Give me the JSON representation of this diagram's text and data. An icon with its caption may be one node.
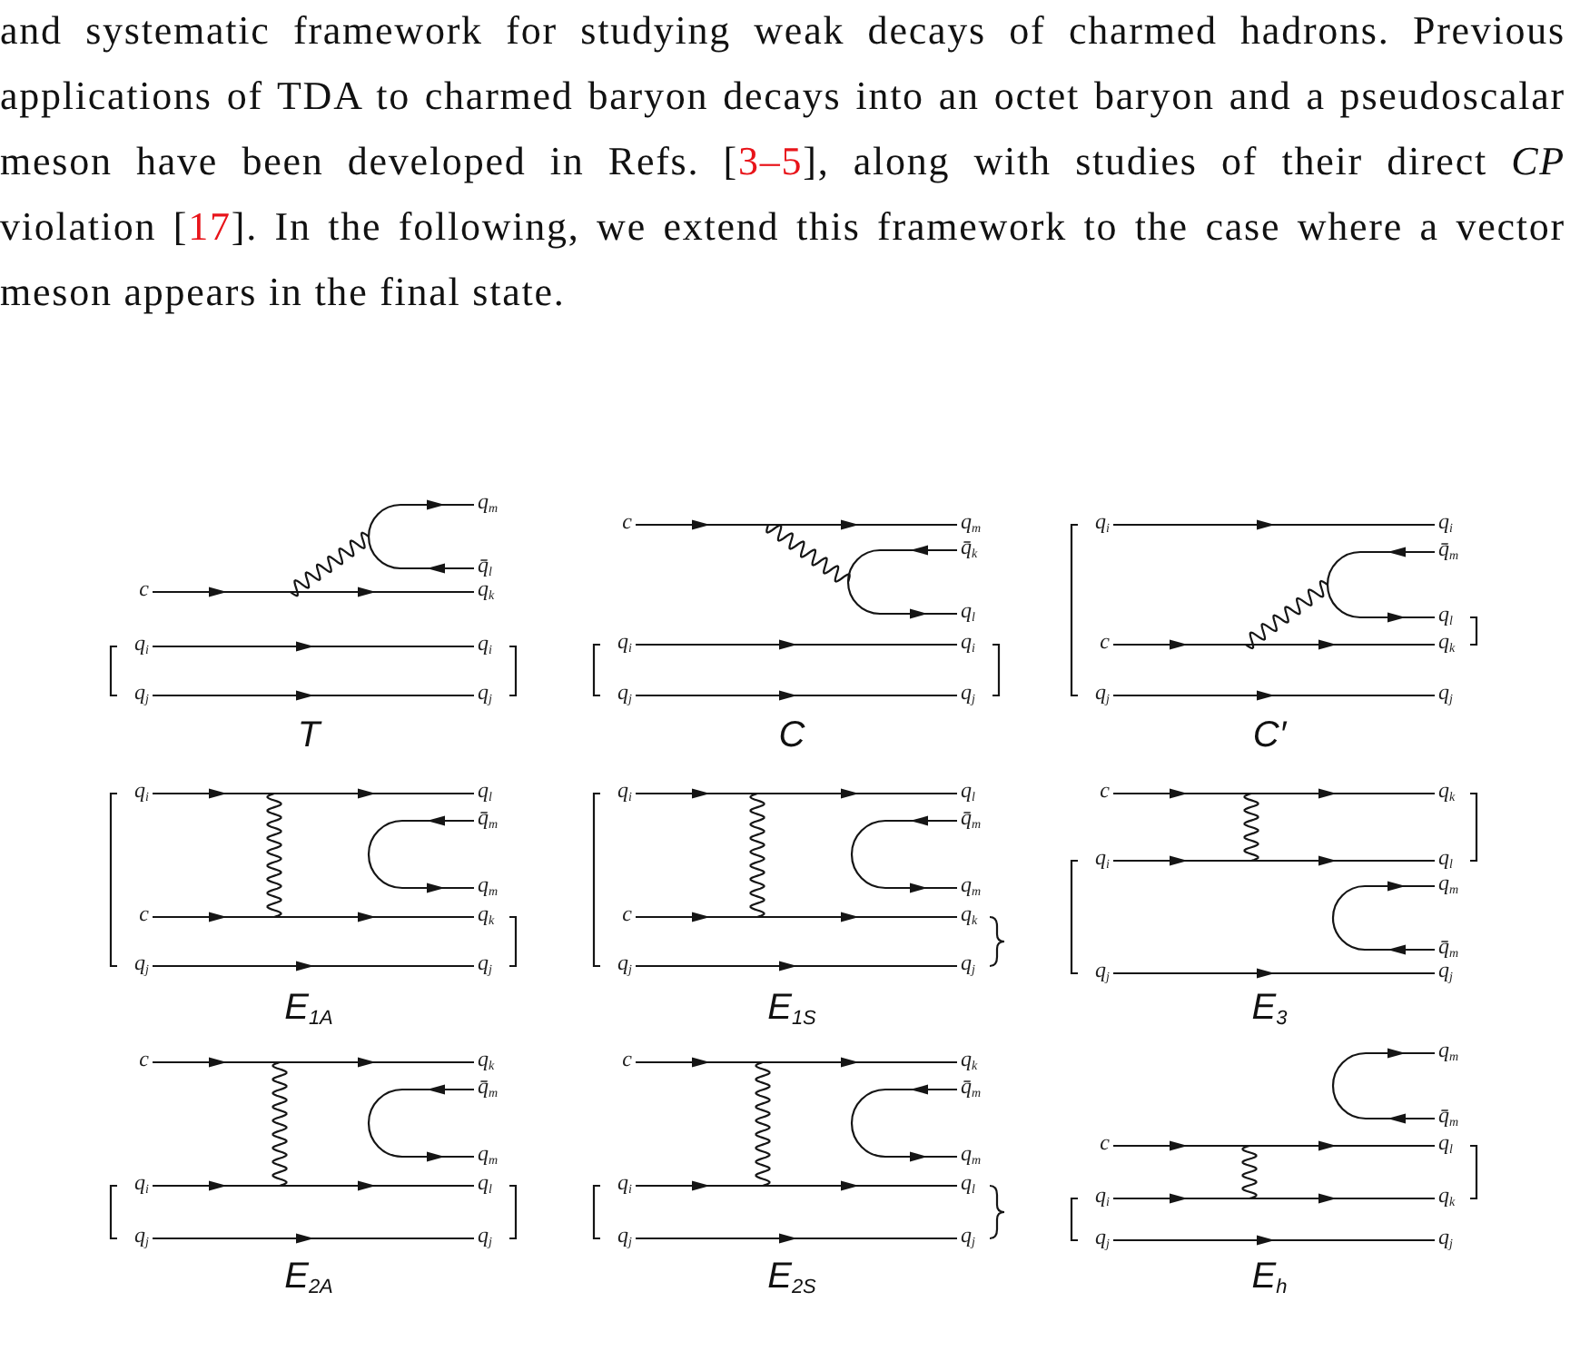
{
  "diagram": {
    "nodes": [
      {
        "text": [
          "q$_{m}$"
        ]
      },
      {
        "text": [
          "q̄$_{l}$"
        ]
      },
      {
        "text": [
          "c"
        ]
      },
      {
        "text": [
          "q$_{k}$"
        ]
      },
      {
        "text": [
          "q$_{i}$"
        ]
      },
      {
        "text": [
          "q$_{i}$"
        ]
      },
      {
        "text": [
          "q$_{j}$"
        ]
      },
      {
        "text": [
          "q$_{j}$"
        ]
      },
      {
        "text": [
          "c"
        ]
      },
      {
        "text": [
          "q$_{m}$"
        ]
      },
      {
        "text": [
          "q̄$_{k}$"
        ]
      },
      {
        "text": [
          "q$_{l}$"
        ]
      },
      {
        "text": [
          "q$_{i}$"
        ]
      },
      {
        "text": [
          "q$_{i}$"
        ]
      },
      {
        "text": [
          "q$_{j}$"
        ]
      },
      {
        "text": [
          "q$_{j}$"
        ]
      },
      {
        "text": [
          "q$_{i}$"
        ]
      },
      {
        "text": [
          "q$_{i}$"
        ]
      },
      {
        "text": [
          "q̄$_{m}$"
        ]
      },
      {
        "text": [
          "q$_{l}$"
        ]
      },
      {
        "text": [
          "c"
        ]
      },
      {
        "text": [
          "q$_{k}$"
        ]
      },
      {
        "text": [
          "q$_{j}$"
        ]
      },
      {
        "text": [
          "q$_{j}$"
        ]
      },
      {
        "text": [
          "q$_{i}$"
        ]
      },
      {
        "text": [
          "q$_{l}$"
        ]
      },
      {
        "text": [
          "q̄$_{m}$"
        ]
      },
      {
        "text": [
          "q$_{m}$"
        ]
      },
      {
        "text": [
          "c"
        ]
      },
      {
        "text": [
          "q$_{k}$"
        ]
      },
      {
        "text": [
          "q$_{j}$"
        ]
      },
      {
        "text": [
          "q$_{j}$"
        ]
      },
      {
        "text": [
          "q$_{i}$"
        ]
      },
      {
        "text": [
          "q$_{l}$"
        ]
      },
      {
        "text": [
          "q̄$_{m}$"
        ]
      },
      {
        "text": [
          "q$_{m}$"
        ]
      },
      {
        "text": [
          "c"
        ]
      },
      {
        "text": [
          "q$_{k}$"
        ]
      },
      {
        "text": [
          "q$_{j}$"
        ]
      },
      {
        "text": [
          "q$_{j}$"
        ]
      },
      {
        "text": [
          "c"
        ]
      },
      {
        "text": [
          "q$_{k}$"
        ]
      },
      {
        "text": [
          "q$_{i}$"
        ]
      },
      {
        "text": [
          "q$_{l}$"
        ]
      },
      {
        "text": [
          "q$_{m}$"
        ]
      },
      {
        "text": [
          "q̄$_{m}$"
        ]
      },
      {
        "text": [
          "q$_{j}$"
        ]
      },
      {
        "text": [
          "q$_{j}$"
        ]
      },
      {
        "text": [
          "c"
        ]
      },
      {
        "text": [
          "q$_{k}$"
        ]
      },
      {
        "text": [
          "q̄$_{m}$"
        ]
      },
      {
        "text": [
          "q$_{m}$"
        ]
      },
      {
        "text": [
          "q$_{i}$"
        ]
      },
      {
        "text": [
          "q$_{l}$"
        ]
      },
      {
        "text": [
          "q$_{j}$"
        ]
      },
      {
        "text": [
          "q$_{j}$"
        ]
      },
      {
        "text": [
          "c"
        ]
      },
      {
        "text": [
          "q$_{k}$"
        ]
      },
      {
        "text": [
          "q̄$_{m}$"
        ]
      },
      {
        "text": [
          "q$_{m}$"
        ]
      },
      {
        "text": [
          "q$_{i}$"
        ]
      },
      {
        "text": [
          "q$_{l}$"
        ]
      },
      {
        "text": [
          "q$_{j}$"
        ]
      },
      {
        "text": [
          "q$_{j}$"
        ]
      },
      {
        "text": [
          "q$_{m}$"
        ]
      },
      {
        "text": [
          "q̄$_{m}$"
        ]
      },
      {
        "text": [
          "c"
        ]
      },
      {
        "text": [
          "q$_{l}$"
        ]
      },
      {
        "text": [
          "q$_{i}$"
        ]
      },
      {
        "text": [
          "q$_{k}$"
        ]
      },
      {
        "text": [
          "q$_{j}$"
        ]
      },
      {
        "text": [
          "q$_{j}$"
        ]
      }
    ],
    "edges": [
      {
        "from": 2,
        "to": 3,
        "arrow": "to"
      },
      {
        "from": 1,
        "to": 0,
        "arrow": "to"
      },
      {
        "from": 4,
        "to": 5,
        "arrow": "to"
      },
      {
        "from": 6,
        "to": 7,
        "arrow": "to"
      },
      {
        "from": 8,
        "to": 9,
        "arrow": "to"
      },
      {
        "from": 10,
        "to": 11,
        "arrow": "to"
      },
      {
        "from": 12,
        "to": 13,
        "arrow": "to"
      },
      {
        "from": 14,
        "to": 15,
        "arrow": "to"
      },
      {
        "from": 16,
        "to": 17,
        "arrow": "to"
      },
      {
        "from": 18,
        "to": 19,
        "arrow": "to"
      },
      {
        "from": 20,
        "to": 21,
        "arrow": "to"
      },
      {
        "from": 22,
        "to": 23,
        "arrow": "to"
      },
      {
        "from": 24,
        "to": 25,
        "arrow": "to"
      },
      {
        "from": 26,
        "to": 27,
        "arrow": "to"
      },
      {
        "from": 28,
        "to": 29,
        "arrow": "to"
      },
      {
        "from": 30,
        "to": 31,
        "arrow": "to"
      },
      {
        "from": 32,
        "to": 33,
        "arrow": "to"
      },
      {
        "from": 34,
        "to": 35,
        "arrow": "to"
      },
      {
        "from": 36,
        "to": 37,
        "arrow": "to"
      },
      {
        "from": 38,
        "to": 39,
        "arrow": "to"
      },
      {
        "from": 40,
        "to": 41,
        "arrow": "to"
      },
      {
        "from": 42,
        "to": 43,
        "arrow": "to"
      },
      {
        "from": 45,
        "to": 44,
        "arrow": "to"
      },
      {
        "from": 46,
        "to": 47,
        "arrow": "to"
      },
      {
        "from": 48,
        "to": 49,
        "arrow": "to"
      },
      {
        "from": 50,
        "to": 51,
        "arrow": "to"
      },
      {
        "from": 52,
        "to": 53,
        "arrow": "to"
      },
      {
        "from": 54,
        "to": 55,
        "arrow": "to"
      },
      {
        "from": 56,
        "to": 57,
        "arrow": "to"
      },
      {
        "from": 58,
        "to": 59,
        "arrow": "to"
      },
      {
        "from": 60,
        "to": 61,
        "arrow": "to"
      },
      {
        "from": 62,
        "to": 63,
        "arrow": "to"
      },
      {
        "from": 65,
        "to": 64,
        "arrow": "to"
      },
      {
        "from": 66,
        "to": 67,
        "arrow": "to"
      },
      {
        "from": 68,
        "to": 69,
        "arrow": "to"
      },
      {
        "from": 70,
        "to": 71,
        "arrow": "to"
      }
    ],
    "labels": [
      "and systematic framework for studying weak decays of charmed hadrons. Previous applications of TDA to charmed baryon decays into an octet baryon and a pseudoscalar meson have been developed in Refs. [",
      "3–5",
      "], along with studies of their direct *CP* violation [",
      "17",
      "]. In the following, we extend this framework to the case where a vector meson appears in the final state.",
      "T",
      "C",
      "C′",
      "E$_{1A}$",
      "E$_{1S}$",
      "E$_{3}$",
      "E$_{2A}$",
      "E$_{2S}$",
      "E$_{h}$"
    ]
  }
}
